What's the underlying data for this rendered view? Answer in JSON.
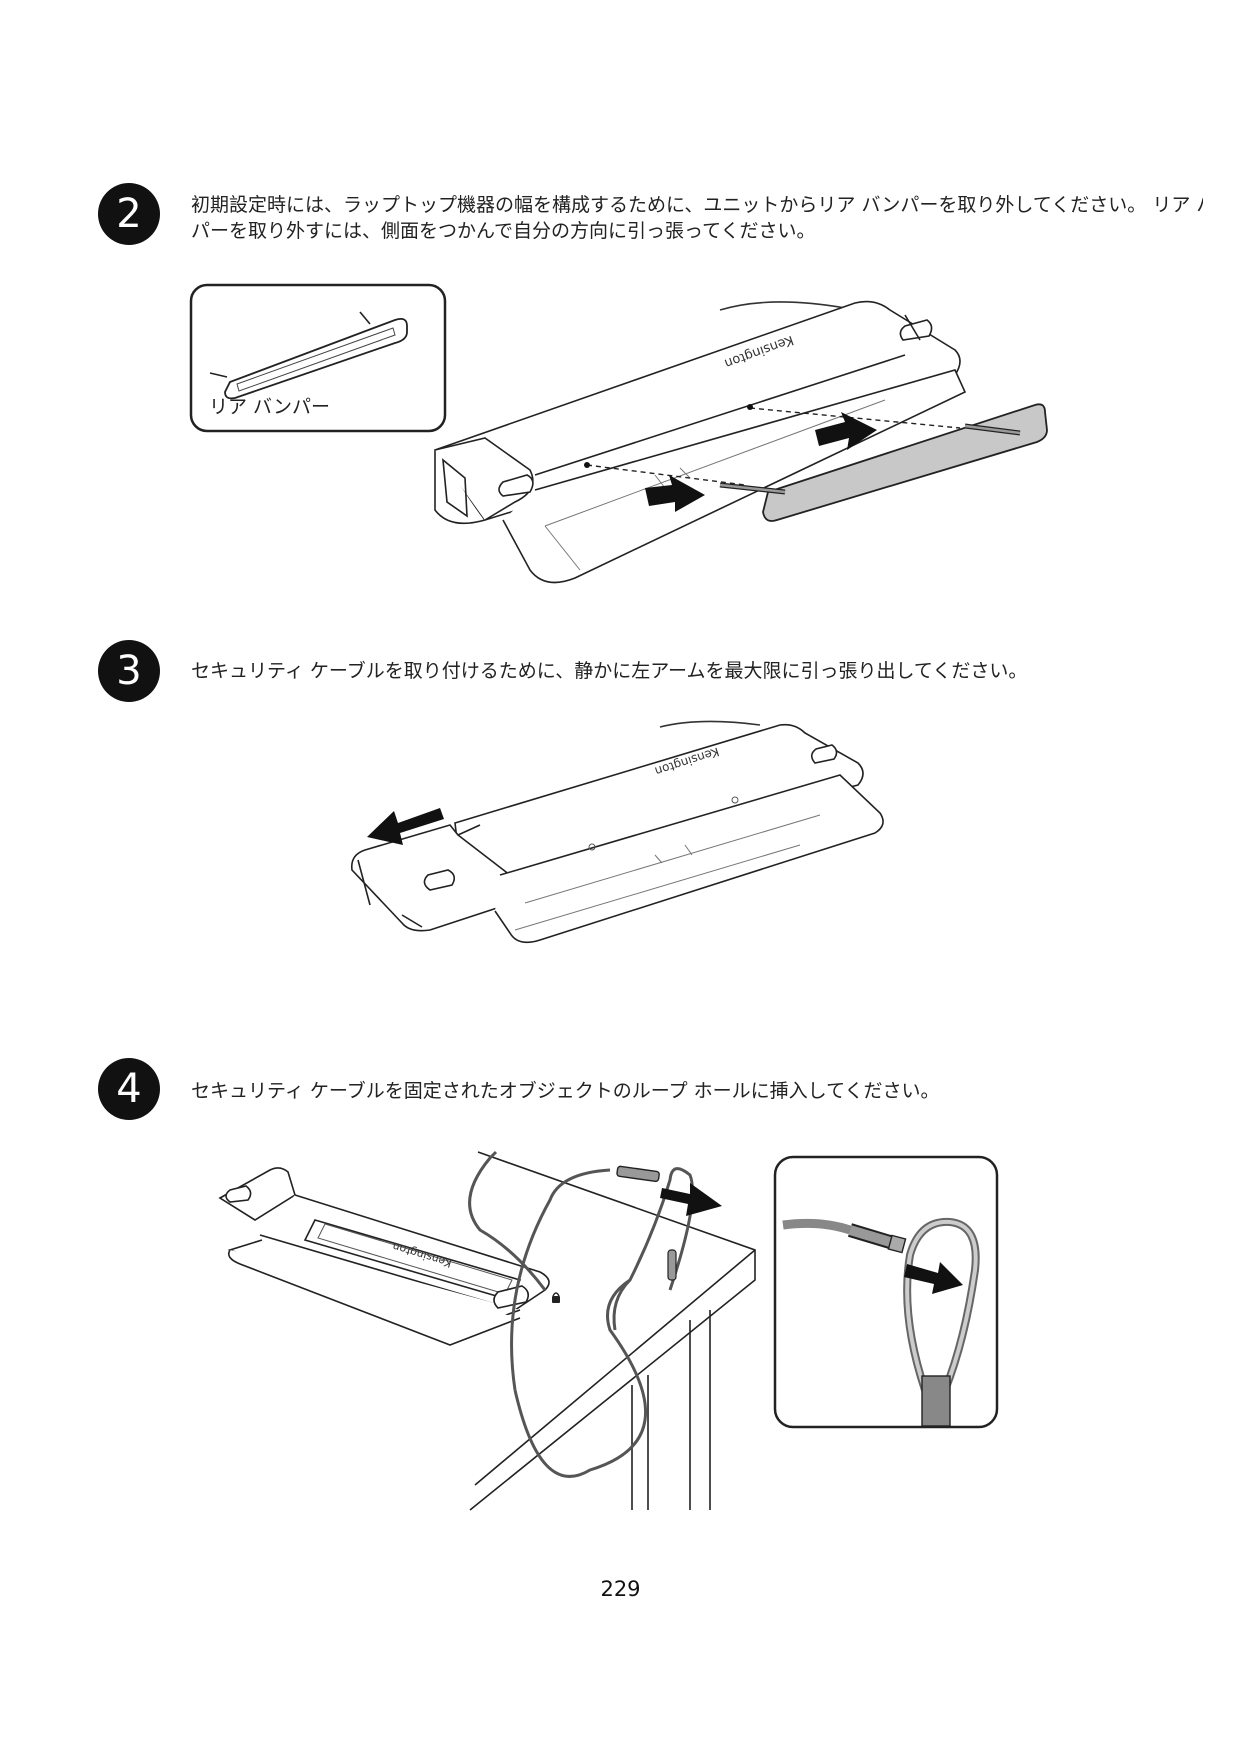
{
  "steps": [
    {
      "number": "2",
      "text_line1": "初期設定時には、ラップトップ機器の幅を構成するために、ユニットからリア バンパーを取り外してください。 リア バ",
      "text_line2": "パーを取り外すには、側面をつかんで自分の方向に引っ張ってください。",
      "inset_label": "リア バンパー"
    },
    {
      "number": "3",
      "text_line1": "セキュリティ ケーブルを取り付けるために、静かに左アームを最大限に引っ張り出してください。"
    },
    {
      "number": "4",
      "text_line1": "セキュリティ ケーブルを固定されたオブジェクトのループ ホールに挿入してください。"
    }
  ],
  "brand_mark": "Kensington",
  "page_number": "229"
}
